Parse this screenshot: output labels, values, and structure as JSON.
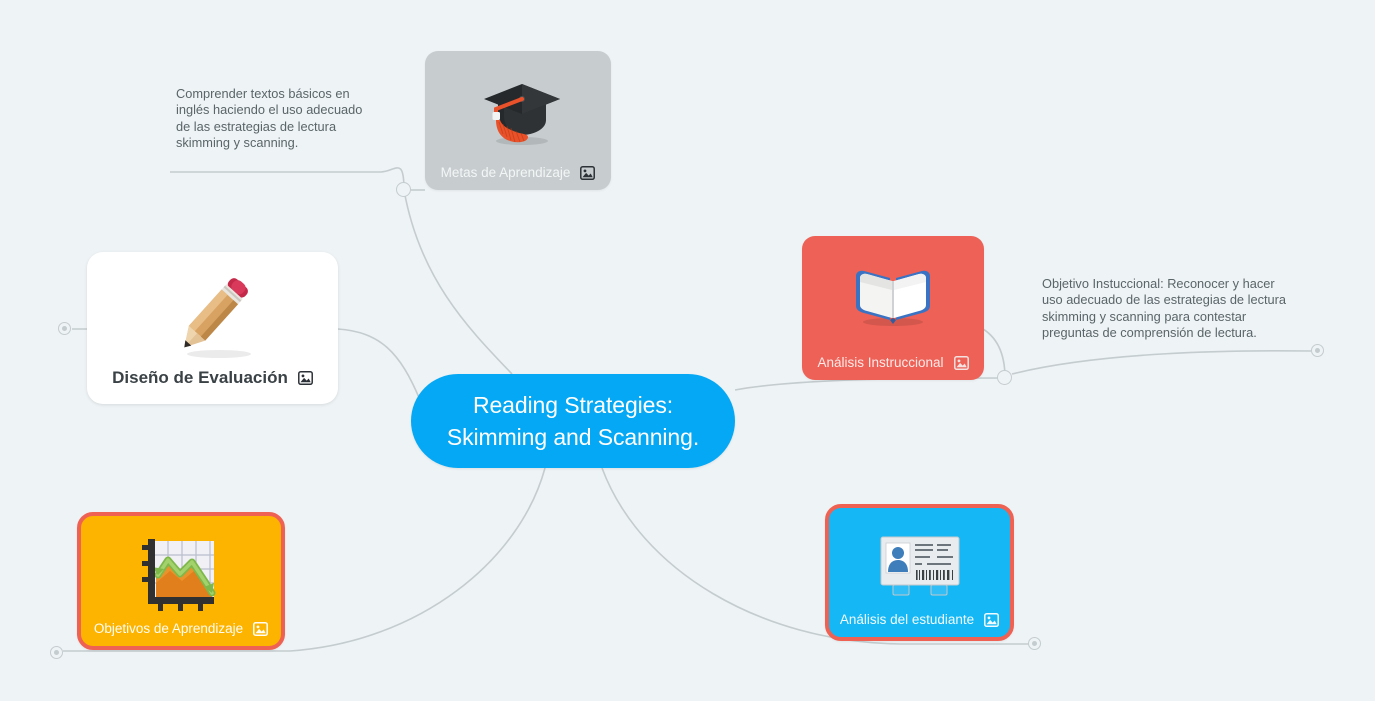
{
  "canvas": {
    "background_color": "#eef3f5",
    "edge_color": "#c4cccf"
  },
  "central_node": {
    "label": "Reading Strategies:\nSkimming and Scanning.",
    "color": "#05a8f4",
    "text_color": "#ffffff"
  },
  "nodes": [
    {
      "id": "metas",
      "label": "Metas de Aprendizaje",
      "icon": "graduation-cap-icon",
      "badge": "image-badge-icon",
      "color": "#c7ccce",
      "text_color": "#f3f6f7"
    },
    {
      "id": "diseno",
      "label": "Diseño de Evaluación",
      "icon": "pencil-icon",
      "badge": "image-badge-icon",
      "color": "#ffffff",
      "text_color": "#3a4246"
    },
    {
      "id": "instruccional",
      "label": "Análisis Instruccional",
      "icon": "open-book-icon",
      "badge": "image-badge-icon",
      "color": "#ed6157",
      "text_color": "#fde9e7"
    },
    {
      "id": "objetivos",
      "label": "Objetivos de Aprendizaje",
      "icon": "bar-chart-icon",
      "badge": "image-badge-icon",
      "color": "#fcb400",
      "border_color": "#ef6152",
      "text_color": "#fffdf6"
    },
    {
      "id": "estudiante",
      "label": "Análisis del estudiante",
      "icon": "id-card-icon",
      "badge": "image-badge-icon",
      "color": "#15b8f5",
      "border_color": "#ef6152",
      "text_color": "#f2fbff"
    }
  ],
  "notes": [
    {
      "id": "note-metas",
      "text": "Comprender textos básicos en inglés haciendo el uso adecuado de las estrategias de lectura skimming y scanning."
    },
    {
      "id": "note-instruccional",
      "text": "Objetivo Instuccional: Reconocer y hacer uso adecuado de las estrategias de lectura skimming y scanning para contestar preguntas de comprensión de lectura."
    }
  ]
}
